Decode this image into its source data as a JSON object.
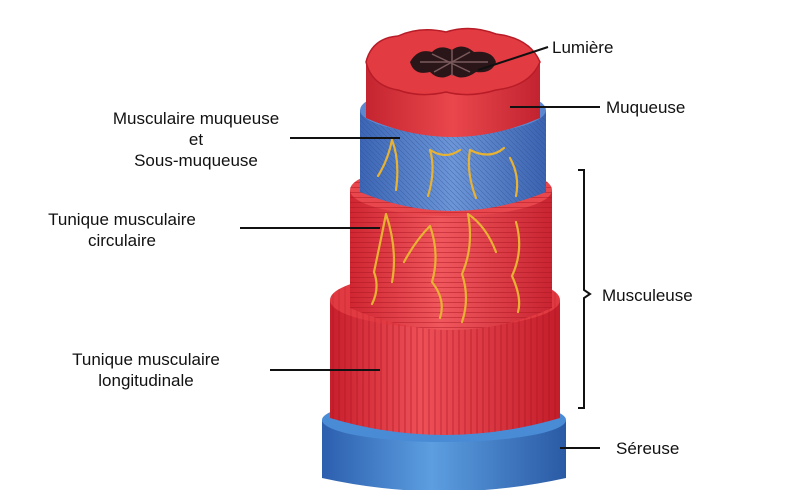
{
  "labels": {
    "lumiere": "Lumière",
    "muqueuse": "Muqueuse",
    "musculaire_muqueuse_line1": "Musculaire muqueuse",
    "musculaire_muqueuse_line2": "et",
    "musculaire_muqueuse_line3": "Sous-muqueuse",
    "circulaire_line1": "Tunique musculaire",
    "circulaire_line2": "circulaire",
    "longitudinale_line1": "Tunique musculaire",
    "longitudinale_line2": "longitudinale",
    "musculeuse": "Musculeuse",
    "sereuse": "Séreuse"
  },
  "colors": {
    "mucosa": "#d8323a",
    "submucosa": "#4f78c4",
    "circular_muscle": "#e33a3e",
    "longitudinal_muscle": "#e02a35",
    "serosa": "#3f82cf",
    "vessels": "#e8b233",
    "lumen": "#2a1618"
  }
}
